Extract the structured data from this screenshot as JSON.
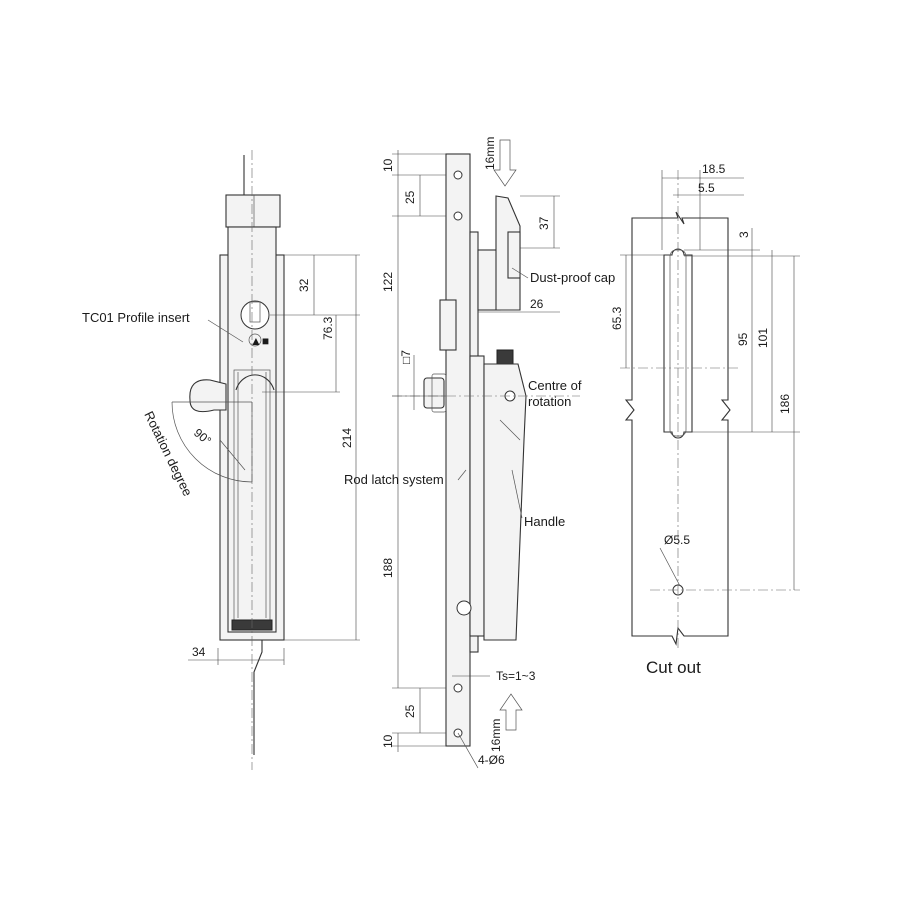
{
  "labels": {
    "tc01_profile_insert": "TC01 Profile insert",
    "rotation_degree": "Rotation degree",
    "rotation_angle": "90°",
    "dust_proof_cap": "Dust-proof cap",
    "centre_of_rotation_line1": "Centre of",
    "centre_of_rotation_line2": "rotation",
    "rod_latch_system": "Rod latch system",
    "handle": "Handle",
    "cut_out": "Cut out",
    "travel_top": "16mm",
    "travel_bottom": "16mm",
    "ts_range": "Ts=1~3",
    "mounting_holes": "4-Ø6"
  },
  "front_view_dims": {
    "d32": "32",
    "d76_3": "76.3",
    "d214": "214",
    "d34": "34"
  },
  "side_view_dims": {
    "d10_top": "10",
    "d25_top": "25",
    "d122": "122",
    "d37": "37",
    "d26": "26",
    "d7": "□7",
    "d188": "188",
    "d25_bottom": "25",
    "d10_bottom": "10"
  },
  "cutout_dims": {
    "d18_5": "18.5",
    "d5_5_top": "5.5",
    "d3": "3",
    "d65_3": "65.3",
    "d95": "95",
    "d101": "101",
    "d186": "186",
    "hole_dia": "Ø5.5"
  },
  "colors": {
    "line": "#333333",
    "dark_part": "#3a3a3a",
    "fill": "#f3f3f3"
  }
}
